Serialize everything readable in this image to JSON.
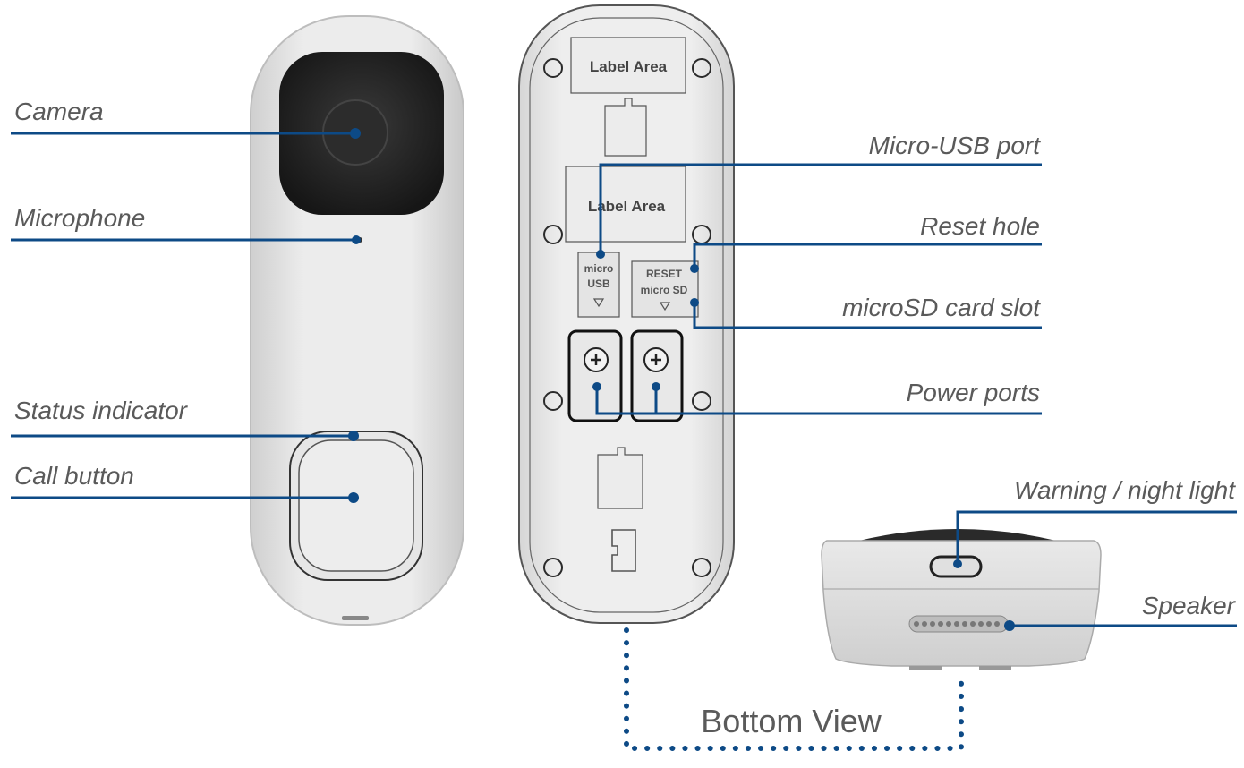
{
  "front_callouts": {
    "camera": "Camera",
    "microphone": "Microphone",
    "status_indicator": "Status indicator",
    "call_button": "Call button"
  },
  "back_callouts": {
    "micro_usb_port": "Micro-USB port",
    "reset_hole": "Reset hole",
    "microsd_card_slot": "microSD card slot",
    "power_ports": "Power ports"
  },
  "bottom_callouts": {
    "warning_night_light": "Warning / night light",
    "speaker": "Speaker"
  },
  "back_panel_labels": {
    "label_area_top": "Label  Area",
    "label_area_middle": "Label  Area",
    "micro": "micro",
    "usb": "USB",
    "reset": "RESET",
    "micro_sd": "micro SD"
  },
  "bottom_view_caption": "Bottom View",
  "colors": {
    "leader_line": "#0d4a86",
    "device_body": "#e8e8e8",
    "camera_window": "#1f1f1f",
    "callout_text": "#5a5a5a"
  }
}
